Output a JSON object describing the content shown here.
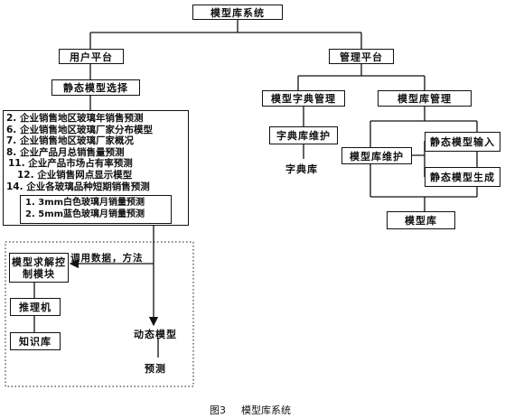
{
  "title": "模型库系统",
  "caption": {
    "figure": "图3",
    "text": "模型库系统"
  },
  "user_platform": {
    "label": "用户平台",
    "static_select": "静态模型选择",
    "models": [
      "2. 企业销售地区玻璃年销售预测",
      "6. 企业销售地区玻璃厂家分布模型",
      "7. 企业销售地区玻璃厂家概况",
      "8. 企业产品月总销售量预测",
      "11. 企业产品市场占有率预测",
      "12. 企业销售网点显示模型",
      "14. 企业各玻璃品种短期销售预测"
    ],
    "sub_models": [
      "1. 3mm白色玻璃月销量预测",
      "2. 5mm蓝色玻璃月销量预测"
    ],
    "call_label": "调用数据，方法",
    "control_module": "模型求解控制模块",
    "inference_engine": "推理机",
    "knowledge_base": "知识库",
    "dynamic_model": "动态模型",
    "forecast": "预测"
  },
  "admin_platform": {
    "label": "管理平台",
    "dict_mgmt": "模型字典管理",
    "dict_maint": "字典库维护",
    "dict_lib": "字典库",
    "lib_mgmt": "模型库管理",
    "lib_maint": "模型库维护",
    "static_input": "静态模型输入",
    "static_gen": "静态模型生成",
    "model_lib": "模型库"
  }
}
